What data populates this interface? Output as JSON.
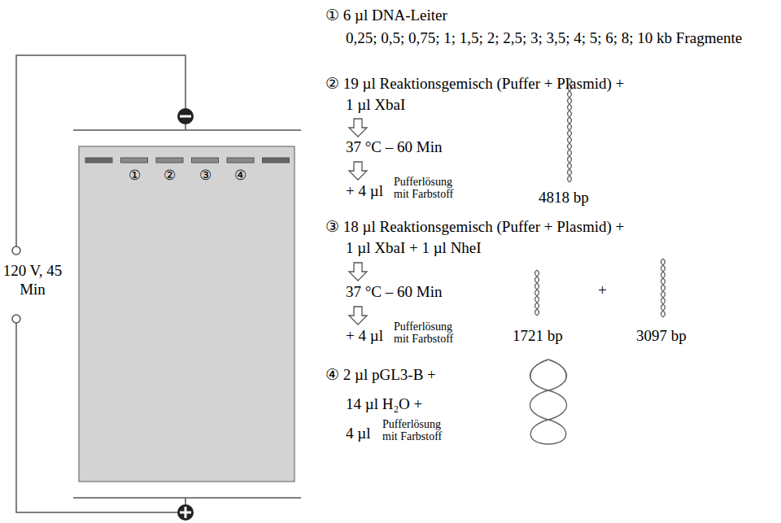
{
  "diagram": {
    "labels": [
      "①",
      "②",
      "③",
      "④",
      "120 V, 45 Min",
      "① 6 µl DNA-Leiter",
      "0,25; 0,5; 0,75; 1; 1,5; 2; 2,5; 3; 3,5; 4; 5; 6; 8; 10 kb Fragmente",
      "② 19 µl Reaktionsgemisch (Puffer + Plasmid) +",
      "1 µl XbaI",
      "37 °C – 60 Min",
      "+ 4 µl",
      "Pufferlösung mit Farbstoff",
      "4818 bp",
      "③ 18 µl Reaktionsgemisch (Puffer + Plasmid) +",
      "1 µl XbaI + 1 µl NheI",
      "37 °C – 60 Min",
      "+",
      "1721 bp",
      "3097 bp",
      "+ 4 µl",
      "Pufferlösung mit Farbstoff",
      "④ 2 µl pGL3-B +",
      "14 µl H₂O +",
      "4 µl",
      "Pufferlösung mit Farbstoff"
    ]
  }
}
